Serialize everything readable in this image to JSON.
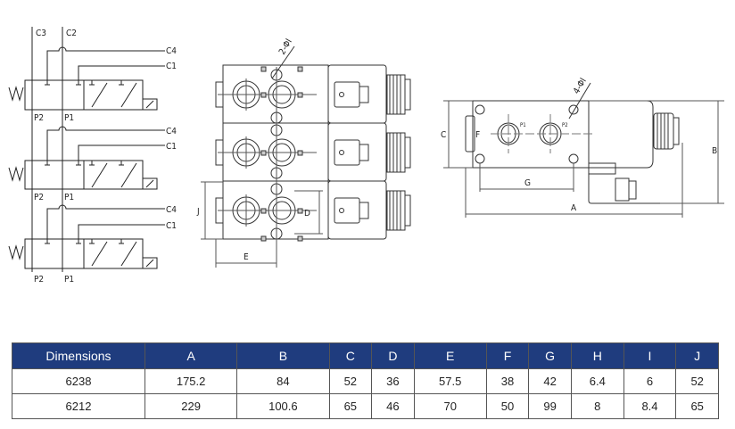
{
  "schematic": {
    "top_labels": [
      "C3",
      "C2"
    ],
    "side_labels": [
      "C4",
      "C1"
    ],
    "port_labels": [
      "P2",
      "P1"
    ],
    "section_count": 3
  },
  "front_view": {
    "hole_label": "2-ΦI",
    "dim_labels": {
      "width": "E",
      "height": "J",
      "inner": "D"
    }
  },
  "side_view": {
    "hole_label": "4-ΦI",
    "port_labels": [
      "P1",
      "P2"
    ],
    "dim_labels": {
      "overall_length": "A",
      "overall_height": "B",
      "body_height": "C",
      "hole_pitch_v": "F",
      "hole_pitch_h": "G"
    }
  },
  "table": {
    "headers": [
      "Dimensions",
      "A",
      "B",
      "C",
      "D",
      "E",
      "F",
      "G",
      "H",
      "I",
      "J"
    ],
    "rows": [
      [
        "6238",
        "175.2",
        "84",
        "52",
        "36",
        "57.5",
        "38",
        "42",
        "6.4",
        "6",
        "52"
      ],
      [
        "6212",
        "229",
        "100.6",
        "65",
        "46",
        "70",
        "50",
        "99",
        "8",
        "8.4",
        "65"
      ]
    ]
  },
  "colors": {
    "header_bg": "#1f3c7e",
    "header_text": "#ffffff",
    "border": "#555555"
  }
}
